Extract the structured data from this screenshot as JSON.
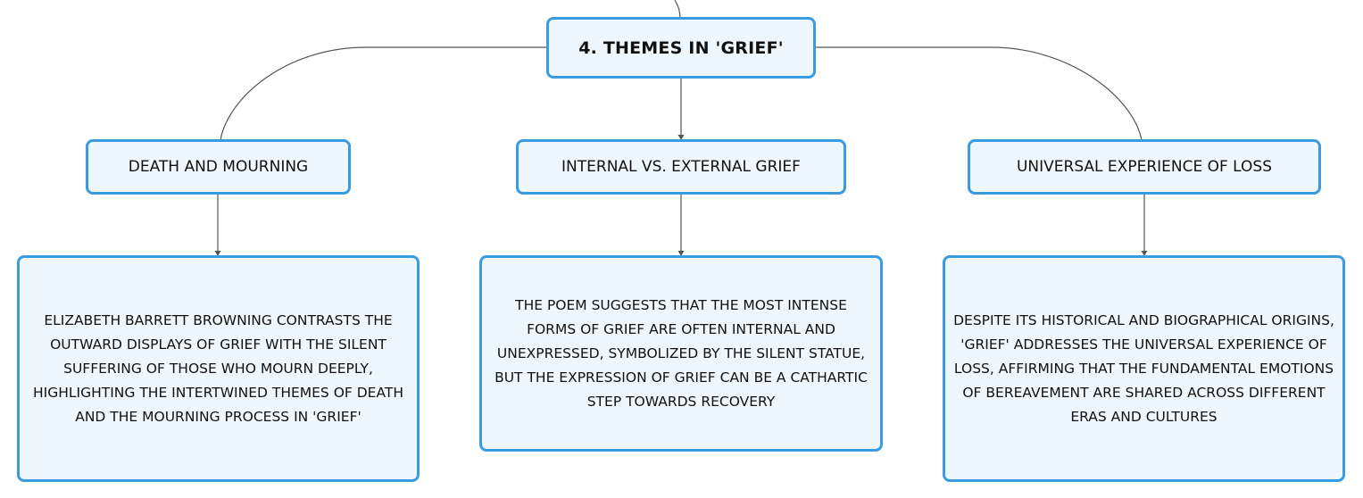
{
  "root": {
    "label": "4. THEMES IN 'GRIEF'"
  },
  "topics": [
    {
      "label": "DEATH AND MOURNING",
      "detail": "ELIZABETH BARRETT BROWNING CONTRASTS THE OUTWARD DISPLAYS OF GRIEF WITH THE SILENT SUFFERING OF THOSE WHO MOURN DEEPLY, HIGHLIGHTING THE INTERTWINED THEMES OF DEATH AND THE MOURNING PROCESS IN 'GRIEF'"
    },
    {
      "label": "INTERNAL VS. EXTERNAL GRIEF",
      "detail": "THE POEM SUGGESTS THAT THE MOST INTENSE FORMS OF GRIEF ARE OFTEN INTERNAL AND UNEXPRESSED, SYMBOLIZED BY THE SILENT STATUE, BUT THE EXPRESSION OF GRIEF CAN BE A CATHARTIC STEP TOWARDS RECOVERY"
    },
    {
      "label": "UNIVERSAL EXPERIENCE OF LOSS",
      "detail": "DESPITE ITS HISTORICAL AND BIOGRAPHICAL ORIGINS, 'GRIEF' ADDRESSES THE UNIVERSAL EXPERIENCE OF LOSS, AFFIRMING THAT THE FUNDAMENTAL EMOTIONS OF BEREAVEMENT ARE SHARED ACROSS DIFFERENT ERAS AND CULTURES"
    }
  ],
  "colors": {
    "node_border": "#3b9be0",
    "node_fill": "#eef7fe",
    "connector": "#555555"
  }
}
